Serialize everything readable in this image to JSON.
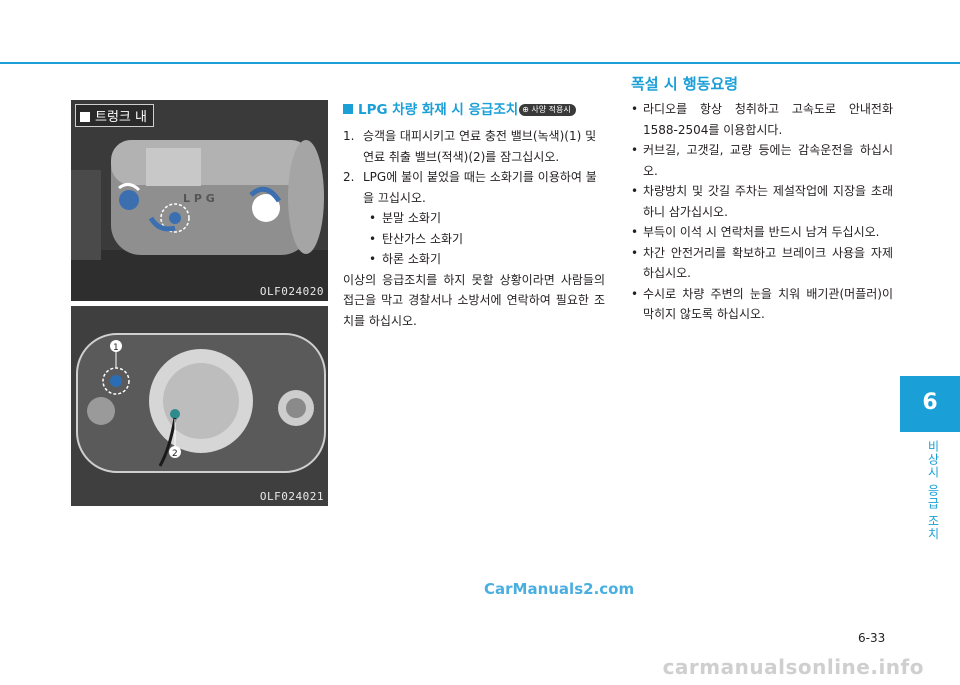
{
  "photos": [
    {
      "caption": "트렁크 내",
      "code": "OLF024020"
    },
    {
      "code": "OLF024021"
    }
  ],
  "middle": {
    "heading": "LPG 차량 화재 시 응급조치",
    "badge": "사양 적용시",
    "items": [
      {
        "num": "1.",
        "text": "승객을 대피시키고 연료 충전 밸브(녹색)(1) 및 연료 취출 밸브(적색)(2)를 잠그십시오."
      },
      {
        "num": "2.",
        "text": "LPG에 불이 붙었을 때는 소화기를 이용하여 불을 끄십시오."
      }
    ],
    "extinguishers": [
      "분말 소화기",
      "탄산가스 소화기",
      "하론 소화기"
    ],
    "paragraph": "이상의 응급조치를 하지 못할 상황이라면 사람들의 접근을 막고 경찰서나 소방서에 연락하여 필요한 조치를 하십시오."
  },
  "right": {
    "title": "폭설 시 행동요령",
    "bullets": [
      "라디오를 항상 청취하고 고속도로 안내전화 1588-2504를 이용합시다.",
      "커브길, 고갯길, 교량 등에는 감속운전을 하십시오.",
      "차량방치 및 갓길 주차는 제설작업에 지장을 초래하니 삼가십시오.",
      "부득이 이석 시 연락처를 반드시 남겨 두십시오.",
      "차간 안전거리를 확보하고 브레이크 사용을 자제하십시오.",
      "수시로 차량 주변의 눈을 치워 배기관(머플러)이 막히지 않도록 하십시오."
    ]
  },
  "side_tab": {
    "number": "6",
    "label": "비상시 응급 조치"
  },
  "page_number": "6-33",
  "watermarks": {
    "center": "CarManuals2.com",
    "footer": "carmanualsonline.info"
  },
  "photo_labels": {
    "tank_text": "L P G",
    "marker1": "1",
    "marker2": "2"
  },
  "colors": {
    "accent": "#1a9fd6",
    "text": "#231f20"
  }
}
